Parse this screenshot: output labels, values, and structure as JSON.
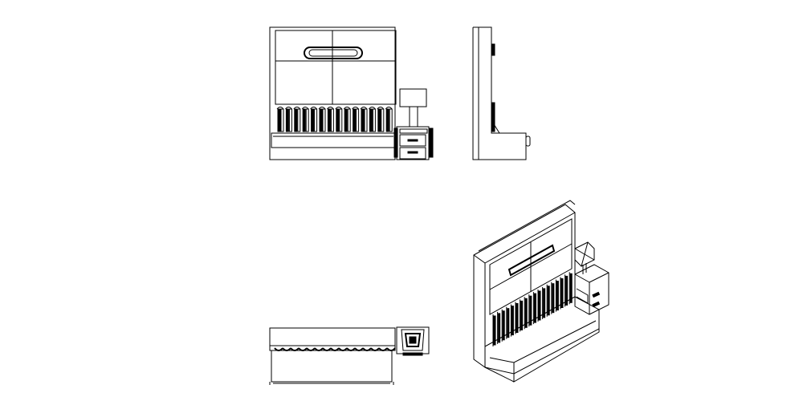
{
  "drawing": {
    "line_color": "#000000",
    "background": "#ffffff",
    "views": [
      "front-elevation",
      "side-elevation",
      "plan-view",
      "isometric-view"
    ]
  }
}
